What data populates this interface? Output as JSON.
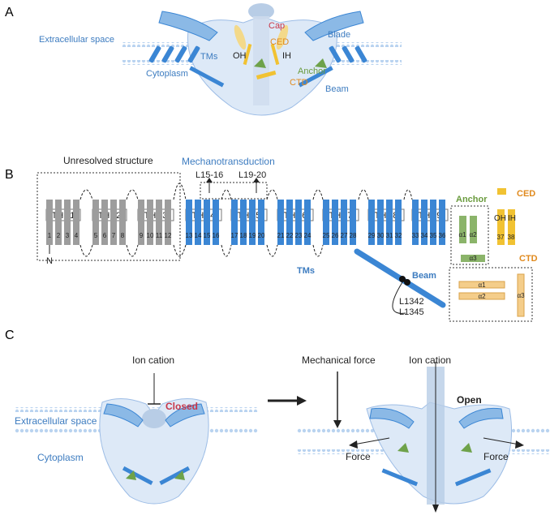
{
  "panels": {
    "a": "A",
    "b": "B",
    "c": "C"
  },
  "panel_a": {
    "extracellular": "Extracellular space",
    "cytoplasm": "Cytoplasm",
    "tms": "TMs",
    "oh": "OH",
    "ih": "IH",
    "cap": "Cap",
    "ced": "CED",
    "blade": "Blade",
    "anchor": "Anchor",
    "ctd": "CTD",
    "beam": "Beam"
  },
  "panel_b": {
    "unresolved": "Unresolved structure",
    "mechano": "Mechanotransduction",
    "l15": "L15-16",
    "l19": "L19-20",
    "thu_units": [
      {
        "name": "THU1",
        "nums": [
          "1",
          "2",
          "3",
          "4"
        ],
        "color": "#9d9d9d"
      },
      {
        "name": "THU2",
        "nums": [
          "5",
          "6",
          "7",
          "8"
        ],
        "color": "#9d9d9d"
      },
      {
        "name": "THU3",
        "nums": [
          "9",
          "10",
          "11",
          "12"
        ],
        "color": "#9d9d9d"
      },
      {
        "name": "THU4",
        "nums": [
          "13",
          "14",
          "15",
          "16"
        ],
        "color": "#3b86d4"
      },
      {
        "name": "THU5",
        "nums": [
          "17",
          "18",
          "19",
          "20"
        ],
        "color": "#3b86d4"
      },
      {
        "name": "THU6",
        "nums": [
          "21",
          "22",
          "23",
          "24"
        ],
        "color": "#3b86d4"
      },
      {
        "name": "THU7",
        "nums": [
          "25",
          "26",
          "27",
          "28"
        ],
        "color": "#3b86d4"
      },
      {
        "name": "THU8",
        "nums": [
          "29",
          "30",
          "31",
          "32"
        ],
        "color": "#3b86d4"
      },
      {
        "name": "THU9",
        "nums": [
          "33",
          "34",
          "35",
          "36"
        ],
        "color": "#3b86d4"
      }
    ],
    "n_term": "N",
    "tms": "TMs",
    "beam": "Beam",
    "l1342": "L1342",
    "l1345": "L1345",
    "anchor": "Anchor",
    "a1": "α1",
    "a2": "α2",
    "a3": "α3",
    "ced": "CED",
    "oh": "OH",
    "ih": "IH",
    "n37": "37",
    "n38": "38",
    "ctd": "CTD",
    "ctd_a1": "α1",
    "ctd_a2": "α2",
    "ctd_a3": "α3"
  },
  "panel_c": {
    "ion1": "Ion cation",
    "closed": "Closed",
    "extracellular": "Extracellular space",
    "cytoplasm": "Cytoplasm",
    "mech_force": "Mechanical force",
    "ion2": "Ion cation",
    "open": "Open",
    "force_left": "Force",
    "force_right": "Force"
  },
  "colors": {
    "blue_helix": "#3b86d4",
    "grey_helix": "#9d9d9d",
    "green": "#8bb46a",
    "yellow": "#f1c232",
    "membrane": "#a9c9ec",
    "label_blue": "#3d7cc0",
    "label_red": "#c8384a",
    "label_orange": "#e08a1e"
  }
}
